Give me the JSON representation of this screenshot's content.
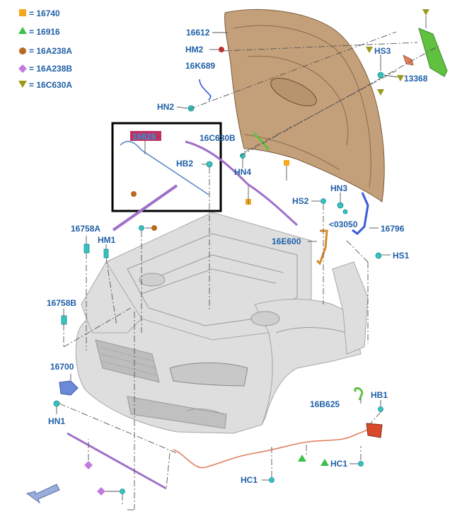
{
  "legend": [
    {
      "shape": "square",
      "color": "#f5a81c",
      "text": "= 16740"
    },
    {
      "shape": "triangle-up",
      "color": "#3cc04a",
      "text": "= 16916"
    },
    {
      "shape": "circle",
      "color": "#b86a1e",
      "text": "= 16A238A"
    },
    {
      "shape": "diamond",
      "color": "#c07ae0",
      "text": "= 16A238B"
    },
    {
      "shape": "triangle-down",
      "color": "#9a9a1a",
      "text": "= 16C630A"
    }
  ],
  "callouts": {
    "c16612": "16612",
    "hm2": "HM2",
    "c16k689": "16K689",
    "hn2": "HN2",
    "hs3": "HS3",
    "c13368": "13368",
    "c16c630b": "16C630B",
    "c16826": "16826",
    "hb2": "HB2",
    "hn4": "HN4",
    "hs2": "HS2",
    "hn3": "HN3",
    "c03050": "<03050",
    "c16796": "16796",
    "c16758a": "16758A",
    "hm1": "HM1",
    "c16e600": "16E600",
    "hs1": "HS1",
    "c16758b": "16758B",
    "c16700": "16700",
    "c16b625": "16B625",
    "hb1": "HB1",
    "hn1": "HN1",
    "hc1_right": "HC1",
    "hc1_bottom": "HC1"
  },
  "colors": {
    "label": "#2060a8",
    "hood": "#c4a07a",
    "clip": "#37c2c2",
    "cable": "#e08060",
    "purple_seal": "#a070c8",
    "green_seal": "#60c040",
    "highlight_box": "#000000",
    "highlight_label_bg": "#c03060"
  },
  "icons": {
    "direction_arrow": "front-direction-arrow-icon"
  }
}
